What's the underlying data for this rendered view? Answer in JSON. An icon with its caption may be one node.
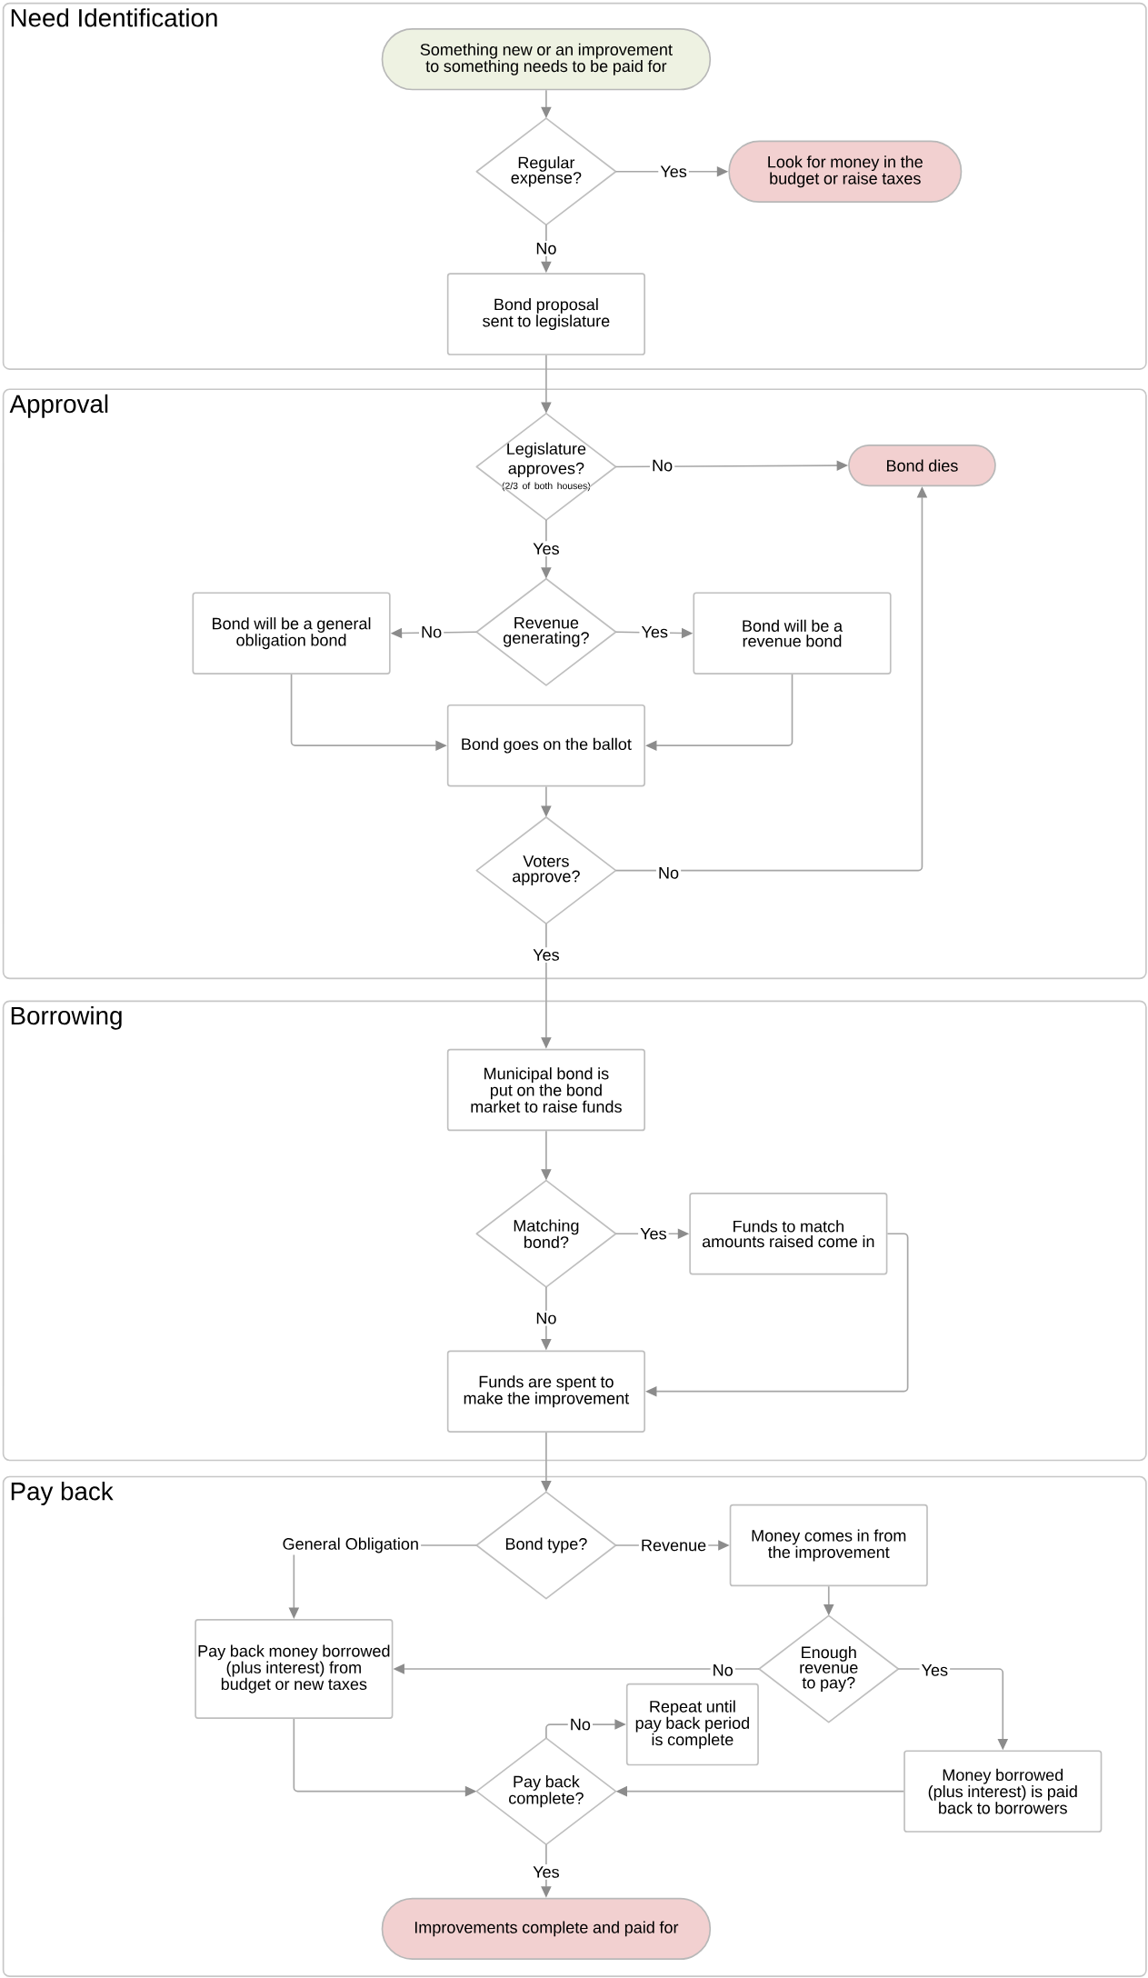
{
  "diagram": {
    "nodes": [
      {
        "text": [
          "Need Identification"
        ]
      },
      {
        "text": [
          "Something new or an improvement to something needs to be paid for"
        ],
        "in": 0
      },
      {
        "text": [
          "Regular expense?"
        ],
        "in": 0
      },
      {
        "text": [
          "Look for money in the budget or raise taxes"
        ],
        "in": 0
      },
      {
        "text": [
          "Bond proposal sent to legislature"
        ],
        "in": 0
      },
      {
        "text": [
          "Approval"
        ]
      },
      {
        "text": [
          "Legislature approves?",
          "(2/3 of both houses)"
        ],
        "in": 5
      },
      {
        "text": [
          "Bond dies"
        ],
        "in": 5
      },
      {
        "text": [
          "Revenue generating?"
        ],
        "in": 5
      },
      {
        "text": [
          "Bond will be a general obligation bond"
        ],
        "in": 5
      },
      {
        "text": [
          "Bond will be a revenue bond"
        ],
        "in": 5
      },
      {
        "text": [
          "Bond goes on the ballot"
        ],
        "in": 5
      },
      {
        "text": [
          "Voters approve?"
        ],
        "in": 5
      },
      {
        "text": [
          "Borrowing"
        ]
      },
      {
        "text": [
          "Municipal bond is put on the bond market to raise funds"
        ],
        "in": 13
      },
      {
        "text": [
          "Matching bond?"
        ],
        "in": 13
      },
      {
        "text": [
          "Funds to match amounts raised come in"
        ],
        "in": 13
      },
      {
        "text": [
          "Funds are spent to make the improvement"
        ],
        "in": 13
      },
      {
        "text": [
          "Pay back"
        ]
      },
      {
        "text": [
          "Bond type?"
        ],
        "in": 18
      },
      {
        "text": [
          "Money comes in from the improvement"
        ],
        "in": 18
      },
      {
        "text": [
          "Pay back money borrowed (plus interest) from budget or new taxes"
        ],
        "in": 18
      },
      {
        "text": [
          "Enough revenue to pay?"
        ],
        "in": 18
      },
      {
        "text": [
          "Repeat until pay back period is complete"
        ],
        "in": 18
      },
      {
        "text": [
          "Pay back complete?"
        ],
        "in": 18
      },
      {
        "text": [
          "Money borrowed (plus interest) is paid back to borrowers"
        ],
        "in": 18
      },
      {
        "text": [
          "Improvements complete and paid for"
        ],
        "in": 18
      }
    ],
    "edges": [
      {
        "from": 1,
        "to": 2,
        "arrow": "to"
      },
      {
        "from": 2,
        "to": 3,
        "arrow": "to",
        "label": "Yes"
      },
      {
        "from": 2,
        "to": 4,
        "arrow": "to",
        "label": "No"
      },
      {
        "from": 4,
        "to": 6,
        "arrow": "to"
      },
      {
        "from": 6,
        "to": 7,
        "arrow": "to",
        "label": "No"
      },
      {
        "from": 6,
        "to": 8,
        "arrow": "to",
        "label": "Yes"
      },
      {
        "from": 8,
        "to": 9,
        "arrow": "to",
        "label": "No"
      },
      {
        "from": 8,
        "to": 10,
        "arrow": "to",
        "label": "Yes"
      },
      {
        "from": 9,
        "to": 11,
        "arrow": "to"
      },
      {
        "from": 10,
        "to": 11,
        "arrow": "to"
      },
      {
        "from": 11,
        "to": 12,
        "arrow": "to"
      },
      {
        "from": 12,
        "to": 7,
        "arrow": "to",
        "label": "No"
      },
      {
        "from": 12,
        "to": 14,
        "arrow": "to",
        "label": "Yes"
      },
      {
        "from": 14,
        "to": 15,
        "arrow": "to"
      },
      {
        "from": 15,
        "to": 16,
        "arrow": "to",
        "label": "Yes"
      },
      {
        "from": 15,
        "to": 17,
        "arrow": "to",
        "label": "No"
      },
      {
        "from": 16,
        "to": 17,
        "arrow": "to"
      },
      {
        "from": 17,
        "to": 19,
        "arrow": "to"
      },
      {
        "from": 19,
        "to": 21,
        "arrow": "to",
        "label": "General Obligation"
      },
      {
        "from": 19,
        "to": 20,
        "arrow": "to",
        "label": "Revenue"
      },
      {
        "from": 20,
        "to": 22,
        "arrow": "to"
      },
      {
        "from": 22,
        "to": 21,
        "arrow": "to",
        "label": "No"
      },
      {
        "from": 22,
        "to": 25,
        "arrow": "to",
        "label": "Yes"
      },
      {
        "from": 21,
        "to": 24,
        "arrow": "to"
      },
      {
        "from": 25,
        "to": 24,
        "arrow": "to"
      },
      {
        "from": 24,
        "to": 23,
        "arrow": "to",
        "label": "No"
      },
      {
        "from": 24,
        "to": 26,
        "arrow": "to",
        "label": "Yes"
      }
    ]
  }
}
